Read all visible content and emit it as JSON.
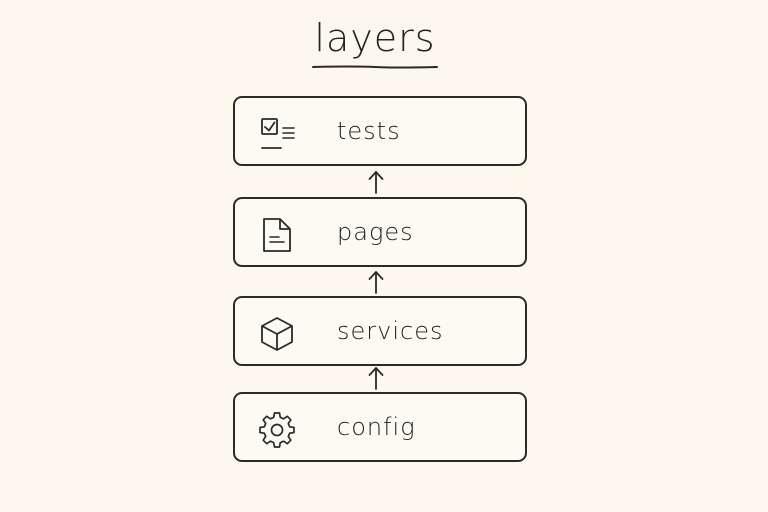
{
  "title": "layers",
  "layers": [
    {
      "label": "tests",
      "icon": "checklist-icon"
    },
    {
      "label": "pages",
      "icon": "document-icon"
    },
    {
      "label": "services",
      "icon": "cube-icon"
    },
    {
      "label": "config",
      "icon": "gear-icon"
    }
  ],
  "arrows": [
    {
      "from": "pages",
      "to": "tests"
    },
    {
      "from": "services",
      "to": "pages"
    },
    {
      "from": "config",
      "to": "services"
    }
  ]
}
